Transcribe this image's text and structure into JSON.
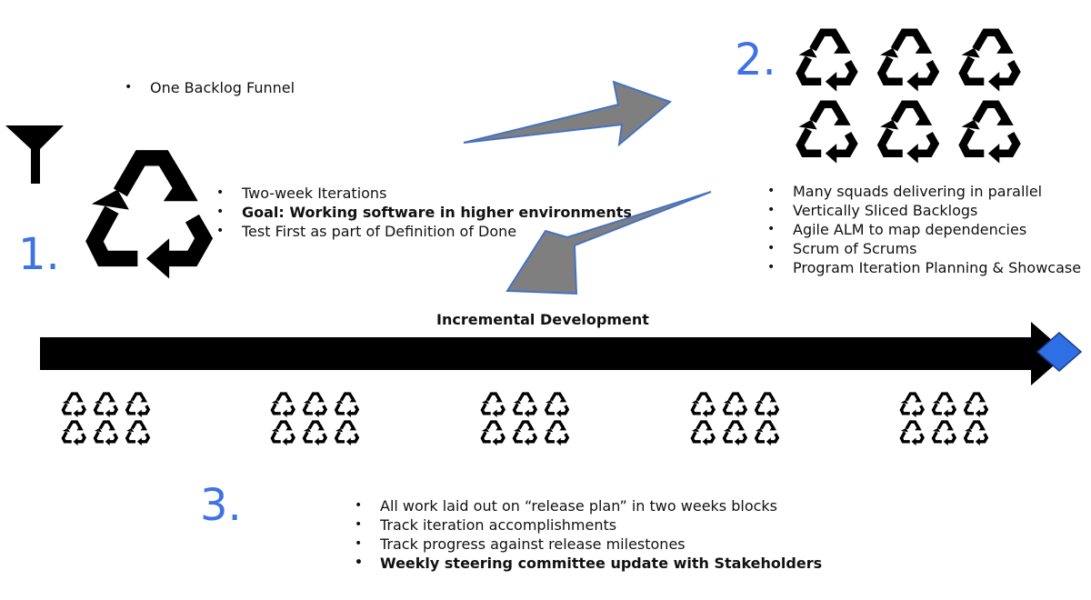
{
  "funnel": {
    "label": "One  Backlog Funnel"
  },
  "step1": {
    "number": "1.",
    "bullets": [
      {
        "text": "Two-week Iterations"
      },
      {
        "prefix": "Goal",
        "text": ": Working software in higher environments"
      },
      {
        "text": "Test First as part of Definition of Done"
      }
    ]
  },
  "step2": {
    "number": "2.",
    "bullets": [
      "Many squads delivering in parallel",
      "Vertically Sliced Backlogs",
      "Agile ALM to  map dependencies",
      "Scrum of Scrums",
      "Program Iteration Planning & Showcase"
    ]
  },
  "timeline": {
    "label": "Incremental Development"
  },
  "step3": {
    "number": "3.",
    "bullets": [
      "All work laid out on “release plan” in two weeks blocks",
      "Track iteration accomplishments",
      "Track progress against release milestones",
      "Weekly steering committee update with Stakeholders"
    ]
  },
  "colors": {
    "accent_blue": "#3e72e6",
    "arrow_gray": "#7f7f7f",
    "arrow_outline": "#4472c4",
    "milestone_blue": "#2f6fe6"
  }
}
